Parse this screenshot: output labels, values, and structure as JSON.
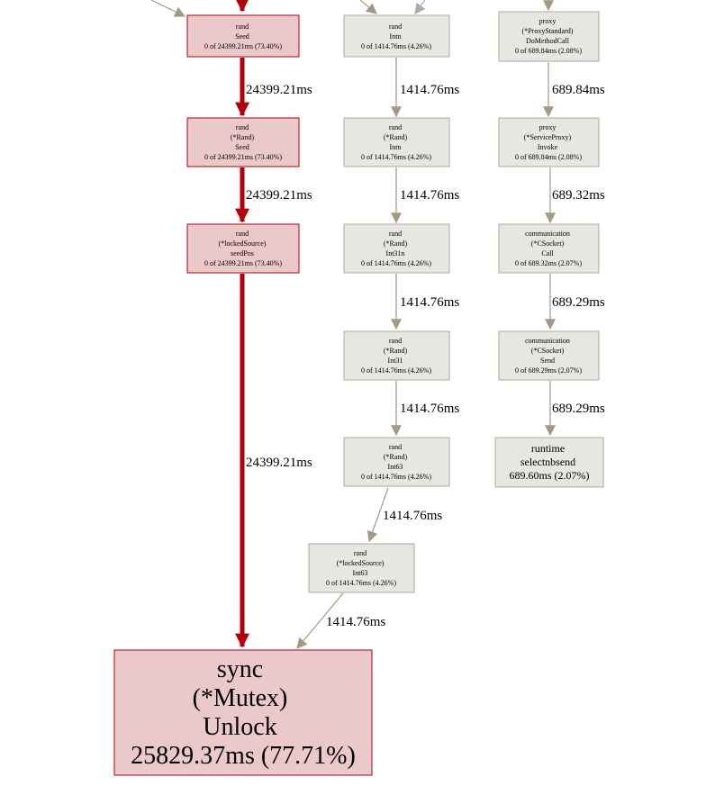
{
  "colors": {
    "hot_fill": "#ebc9cb",
    "hot_stroke": "#b2000a",
    "cool_fill": "#e8e6e3",
    "cool_stroke": "#b2aa99",
    "cool_edge": "#a49a84",
    "grey_edge": "#aaaaaa"
  },
  "nodes": {
    "rand_seed": {
      "lines": [
        "rand",
        "Seed",
        "0 of 24399.21ms (73.40%)"
      ]
    },
    "rand_rand_seed": {
      "lines": [
        "rand",
        "(*Rand)",
        "Seed",
        "0 of 24399.21ms (73.40%)"
      ]
    },
    "rand_lockedsource_seedpos": {
      "lines": [
        "rand",
        "(*lockedSource)",
        "seedPos",
        "0 of 24399.21ms (73.40%)"
      ]
    },
    "rand_intn": {
      "lines": [
        "rand",
        "Intn",
        "0 of 1414.76ms (4.26%)"
      ]
    },
    "rand_rand_intn": {
      "lines": [
        "rand",
        "(*Rand)",
        "Intn",
        "0 of 1414.76ms (4.26%)"
      ]
    },
    "rand_rand_int31n": {
      "lines": [
        "rand",
        "(*Rand)",
        "Int31n",
        "0 of 1414.76ms (4.26%)"
      ]
    },
    "rand_rand_int31": {
      "lines": [
        "rand",
        "(*Rand)",
        "Int31",
        "0 of 1414.76ms (4.26%)"
      ]
    },
    "rand_rand_int63": {
      "lines": [
        "rand",
        "(*Rand)",
        "Int63",
        "0 of 1414.76ms (4.26%)"
      ]
    },
    "rand_lockedsource_int63": {
      "lines": [
        "rand",
        "(*lockedSource)",
        "Int63",
        "0 of 1414.76ms (4.26%)"
      ]
    },
    "proxy_domethodcall": {
      "lines": [
        "proxy",
        "(*ProxyStandard)",
        "DoMethodCall",
        "0 of 689.84ms (2.08%)"
      ]
    },
    "proxy_invoke": {
      "lines": [
        "proxy",
        "(*ServiceProxy)",
        "Invoke",
        "0 of 689.84ms (2.08%)"
      ]
    },
    "comm_call": {
      "lines": [
        "communication",
        "(*CSocket)",
        "Call",
        "0 of 689.32ms (2.07%)"
      ]
    },
    "comm_send": {
      "lines": [
        "communication",
        "(*CSocket)",
        "Send",
        "0 of 689.29ms (2.07%)"
      ]
    },
    "runtime_selectnbsend": {
      "lines": [
        "runtime",
        "selectnbsend",
        "689.60ms (2.07%)"
      ]
    },
    "sync_unlock": {
      "lines": [
        "sync",
        "(*Mutex)",
        "Unlock",
        "25829.37ms (77.71%)"
      ]
    }
  },
  "edges": {
    "seed_to_randseed": "24399.21ms",
    "randseed_to_seedpos": "24399.21ms",
    "seedpos_to_unlock": "24399.21ms",
    "intn_to_randintn": "1414.76ms",
    "randintn_to_int31n": "1414.76ms",
    "int31n_to_int31": "1414.76ms",
    "int31_to_int63": "1414.76ms",
    "int63_to_lockedint63": "1414.76ms",
    "lockedint63_to_unlock": "1414.76ms",
    "domethodcall_to_invoke": "689.84ms",
    "invoke_to_call": "689.32ms",
    "call_to_send": "689.29ms",
    "send_to_selectnbsend": "689.29ms"
  }
}
